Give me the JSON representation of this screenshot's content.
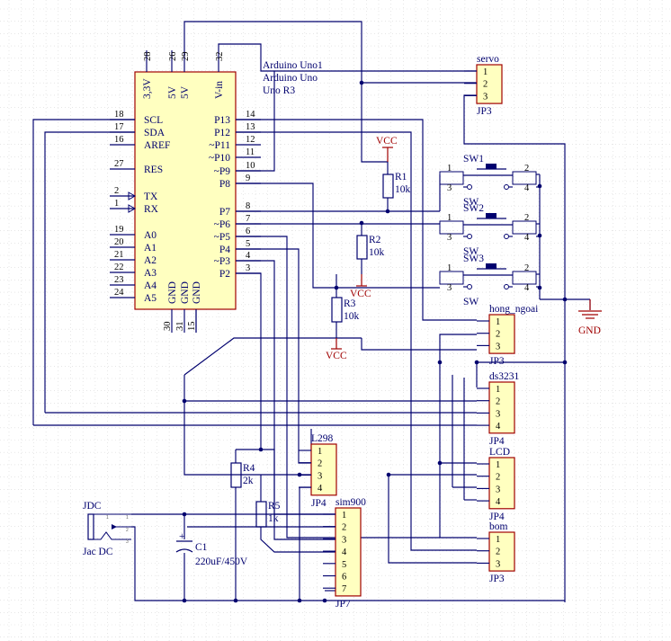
{
  "mcu": {
    "title_lines": [
      "Arduino Uno1",
      "Arduino Uno",
      "Uno R3"
    ],
    "top_pins": [
      {
        "num": "28",
        "name": "3,3V"
      },
      {
        "num": "26",
        "name": "5V"
      },
      {
        "num": "29",
        "name": "5V"
      },
      {
        "num": "32",
        "name": "V-in"
      }
    ],
    "left_pins": [
      {
        "num": "18",
        "name": "SCL"
      },
      {
        "num": "17",
        "name": "SDA"
      },
      {
        "num": "16",
        "name": "AREF"
      },
      {
        "num": "27",
        "name": "RES"
      },
      {
        "num": "2",
        "name": "TX"
      },
      {
        "num": "1",
        "name": "RX"
      },
      {
        "num": "19",
        "name": "A0"
      },
      {
        "num": "20",
        "name": "A1"
      },
      {
        "num": "21",
        "name": "A2"
      },
      {
        "num": "22",
        "name": "A3"
      },
      {
        "num": "23",
        "name": "A4"
      },
      {
        "num": "24",
        "name": "A5"
      }
    ],
    "right_pins": [
      {
        "num": "14",
        "name": "P13"
      },
      {
        "num": "13",
        "name": "P12"
      },
      {
        "num": "12",
        "name": "~P11"
      },
      {
        "num": "11",
        "name": "~P10"
      },
      {
        "num": "10",
        "name": "~P9"
      },
      {
        "num": "9",
        "name": "P8"
      },
      {
        "num": "8",
        "name": "P7"
      },
      {
        "num": "7",
        "name": "~P6"
      },
      {
        "num": "6",
        "name": "~P5"
      },
      {
        "num": "5",
        "name": "P4"
      },
      {
        "num": "4",
        "name": "~P3"
      },
      {
        "num": "3",
        "name": "P2"
      }
    ],
    "bottom_pins": [
      {
        "num": "30",
        "name": "GND"
      },
      {
        "num": "31",
        "name": "GND"
      },
      {
        "num": "15",
        "name": "GND"
      }
    ]
  },
  "headers": [
    {
      "id": "servo",
      "name": "servo",
      "ref": "JP3",
      "pins": [
        "1",
        "2",
        "3"
      ]
    },
    {
      "id": "hong-ngoai",
      "name": "hong_ngoai",
      "ref": "JP3",
      "pins": [
        "1",
        "2",
        "3"
      ]
    },
    {
      "id": "ds3231",
      "name": "ds3231",
      "ref": "JP4",
      "pins": [
        "1",
        "2",
        "3",
        "4"
      ]
    },
    {
      "id": "l298",
      "name": "L298",
      "ref": "JP4",
      "pins": [
        "1",
        "2",
        "3",
        "4"
      ]
    },
    {
      "id": "lcd",
      "name": "LCD",
      "ref": "JP4",
      "pins": [
        "1",
        "2",
        "3",
        "4"
      ]
    },
    {
      "id": "sim900",
      "name": "sim900",
      "ref": "JP7",
      "pins": [
        "1",
        "2",
        "3",
        "4",
        "5",
        "6",
        "7"
      ]
    },
    {
      "id": "bom",
      "name": "bom",
      "ref": "JP3",
      "pins": [
        "1",
        "2",
        "3"
      ]
    }
  ],
  "switches": [
    {
      "name": "SW1",
      "type": "SW",
      "pins": [
        "1",
        "2",
        "3",
        "4"
      ]
    },
    {
      "name": "SW2",
      "type": "SW",
      "pins": [
        "1",
        "2",
        "3",
        "4"
      ]
    },
    {
      "name": "SW3",
      "type": "SW",
      "pins": [
        "1",
        "2",
        "3",
        "4"
      ]
    }
  ],
  "resistors": [
    {
      "name": "R1",
      "value": "10k"
    },
    {
      "name": "R2",
      "value": "10k"
    },
    {
      "name": "R3",
      "value": "10k"
    },
    {
      "name": "R4",
      "value": "2k"
    },
    {
      "name": "R5",
      "value": "1k"
    }
  ],
  "capacitor": {
    "name": "C1",
    "value": "220uF/450V"
  },
  "jack": {
    "name": "JDC",
    "type": "Jac DC"
  },
  "power": {
    "vcc": "VCC",
    "gnd": "GND"
  }
}
